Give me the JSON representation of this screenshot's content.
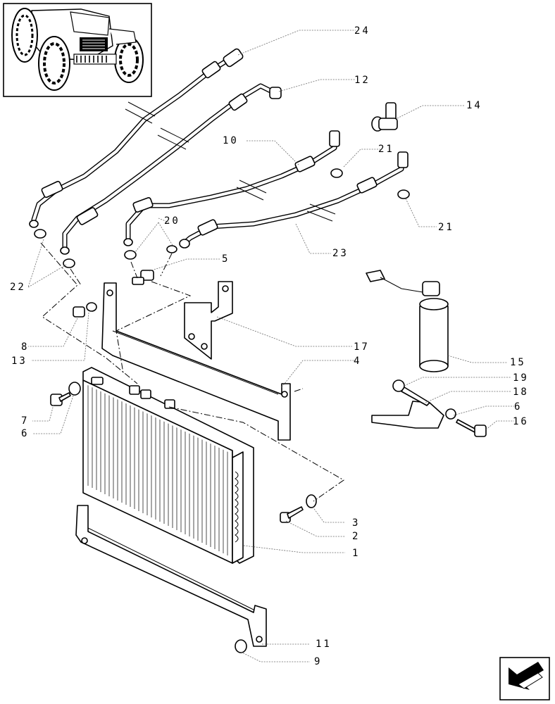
{
  "callouts": [
    {
      "id": "c24",
      "label": "24"
    },
    {
      "id": "c12",
      "label": "12"
    },
    {
      "id": "c14",
      "label": "14"
    },
    {
      "id": "c10",
      "label": "10"
    },
    {
      "id": "c21a",
      "label": "21"
    },
    {
      "id": "c21b",
      "label": "21"
    },
    {
      "id": "c20",
      "label": "20"
    },
    {
      "id": "c23",
      "label": "23"
    },
    {
      "id": "c22",
      "label": "22"
    },
    {
      "id": "c5",
      "label": "5"
    },
    {
      "id": "c8",
      "label": "8"
    },
    {
      "id": "c13",
      "label": "13"
    },
    {
      "id": "c17",
      "label": "17"
    },
    {
      "id": "c15",
      "label": "15"
    },
    {
      "id": "c4",
      "label": "4"
    },
    {
      "id": "c19",
      "label": "19"
    },
    {
      "id": "c18",
      "label": "18"
    },
    {
      "id": "c6a",
      "label": "6"
    },
    {
      "id": "c16",
      "label": "16"
    },
    {
      "id": "c7",
      "label": "7"
    },
    {
      "id": "c6b",
      "label": "6"
    },
    {
      "id": "c3",
      "label": "3"
    },
    {
      "id": "c2",
      "label": "2"
    },
    {
      "id": "c1",
      "label": "1"
    },
    {
      "id": "c11",
      "label": "11"
    },
    {
      "id": "c9",
      "label": "9"
    }
  ],
  "icons": {
    "thumbnail": "tractor-thumbnail-icon",
    "navigation": "previous-page-arrow-icon"
  }
}
